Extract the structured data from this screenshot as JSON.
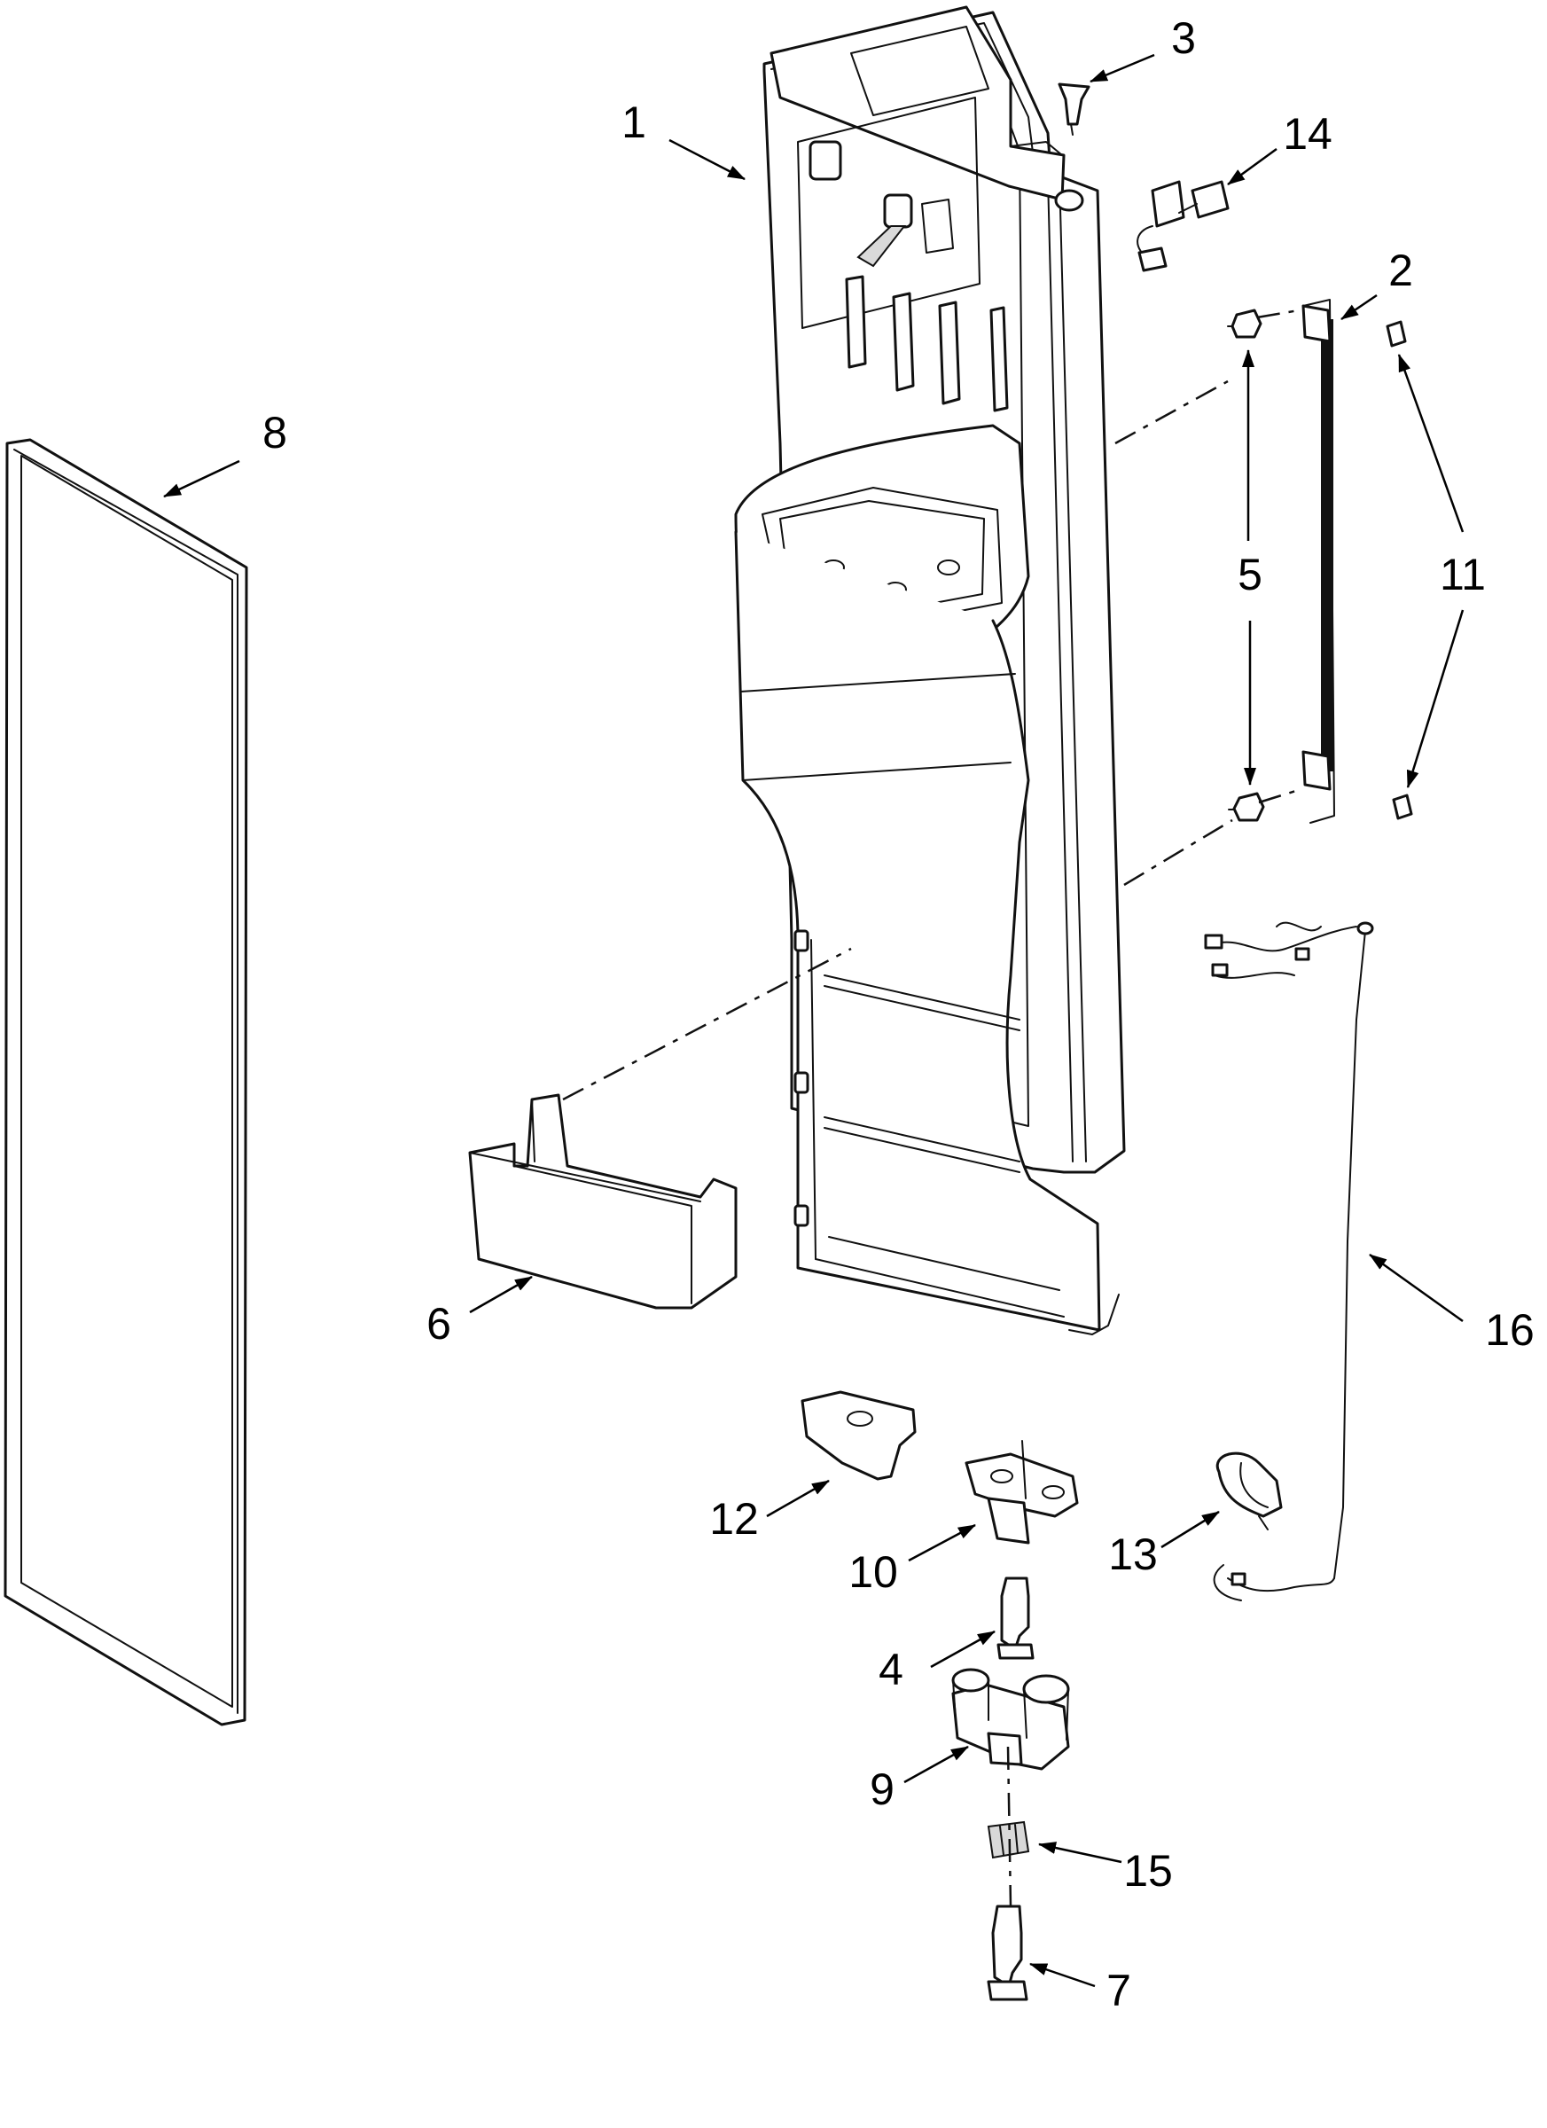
{
  "callouts": [
    {
      "id": "c1",
      "label": "1"
    },
    {
      "id": "c2",
      "label": "2"
    },
    {
      "id": "c3",
      "label": "3"
    },
    {
      "id": "c4",
      "label": "4"
    },
    {
      "id": "c5",
      "label": "5"
    },
    {
      "id": "c6",
      "label": "6"
    },
    {
      "id": "c7",
      "label": "7"
    },
    {
      "id": "c8",
      "label": "8"
    },
    {
      "id": "c9",
      "label": "9"
    },
    {
      "id": "c10",
      "label": "10"
    },
    {
      "id": "c11",
      "label": "11"
    },
    {
      "id": "c12",
      "label": "12"
    },
    {
      "id": "c13",
      "label": "13"
    },
    {
      "id": "c14",
      "label": "14"
    },
    {
      "id": "c15",
      "label": "15"
    },
    {
      "id": "c16",
      "label": "16"
    }
  ],
  "colors": {
    "line": "#111111",
    "background": "#ffffff",
    "shade": "#d9d9d9"
  }
}
